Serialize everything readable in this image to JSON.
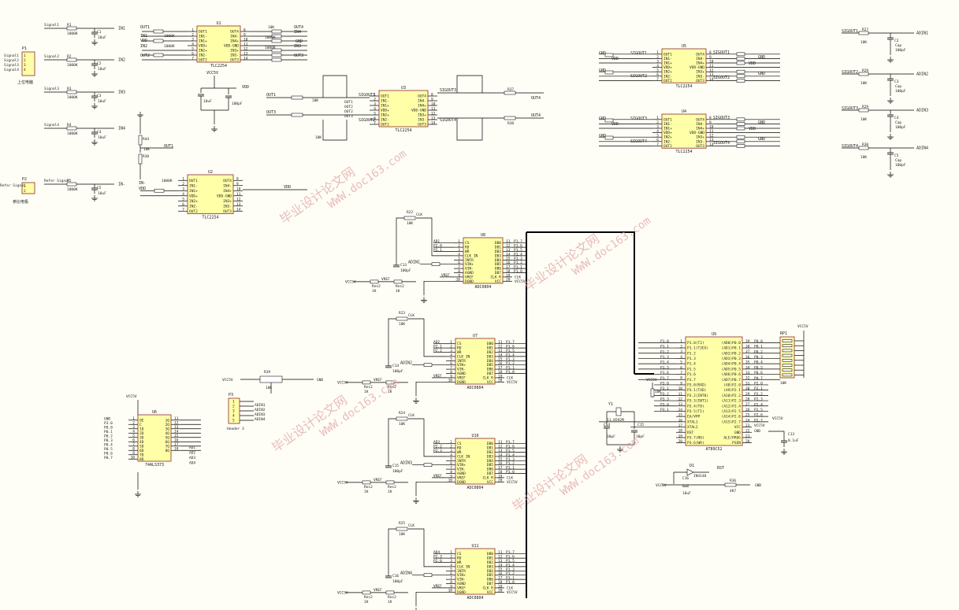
{
  "connectors": [
    {
      "id": "P1",
      "label": "上位电脑",
      "pins": [
        "Signal1",
        "Signal2",
        "Signal3",
        "Signal4"
      ]
    },
    {
      "id": "P2",
      "label": "参比电极",
      "pins": [
        "Refer Signal"
      ]
    },
    {
      "id": "P3",
      "label": "Header 3",
      "pins": [
        "1",
        "2",
        "3",
        "4",
        "5"
      ]
    }
  ],
  "signals": [
    "Signal1",
    "Signal2",
    "Signal3",
    "Signal4",
    "Refer Signal"
  ],
  "chips": {
    "tl1": {
      "ref": "U1",
      "part": "TLC2254",
      "left": [
        "OUT1",
        "IN1-",
        "IN1+",
        "VDD+",
        "IN2+",
        "IN2-",
        "OUT2"
      ],
      "right": [
        "OUT4",
        "IN4-",
        "IN4+",
        "VDD-GND",
        "IN3+",
        "IN3-",
        "OUT3"
      ]
    },
    "tl2": {
      "ref": "U2",
      "part": "TLC2254",
      "left": [
        "OUT1",
        "IN1-",
        "IN1+",
        "VDD+",
        "IN2+",
        "IN2-",
        "OUT2"
      ],
      "right": [
        "OUT4",
        "IN4-",
        "IN4+",
        "VDD-GND",
        "IN3+",
        "IN3-",
        "OUT3"
      ]
    },
    "tl3": {
      "ref": "U3",
      "part": "TLC2254",
      "left": [
        "OUT1",
        "IN1-",
        "IN1+",
        "VDD+",
        "IN2+",
        "IN2-",
        "OUT2"
      ],
      "right": [
        "OUT4",
        "IN4-",
        "IN4+",
        "VDD-GND",
        "IN3+",
        "IN3-",
        "OUT3"
      ]
    },
    "tl4": {
      "ref": "U5",
      "part": "TLC2254",
      "left": [
        "OUT1",
        "IN1-",
        "IN1+",
        "VDD+",
        "IN2+",
        "IN2-",
        "OUT2"
      ],
      "right": [
        "OUT4",
        "IN4-",
        "IN4+",
        "VDD-GND",
        "IN3+",
        "IN3-",
        "OUT3"
      ]
    },
    "tl5": {
      "ref": "U4",
      "part": "TLC2254",
      "left": [
        "OUT1",
        "IN1-",
        "IN1+",
        "VDD+",
        "IN2+",
        "IN2-",
        "OUT2"
      ],
      "right": [
        "OUT4",
        "IN4-",
        "IN4+",
        "VDD-GND",
        "IN3+",
        "IN3-",
        "OUT3"
      ]
    },
    "adc1": {
      "ref": "U8",
      "part": "ADC0804",
      "left": [
        "CS",
        "RD",
        "WR",
        "CLK IN",
        "INTR",
        "VIN+",
        "VIN-",
        "AGND",
        "VREF",
        "DGND"
      ],
      "right": [
        "DB0",
        "DB1",
        "DB2",
        "DB3",
        "DB4",
        "DB5",
        "DB6",
        "DB7",
        "CLK R",
        "VCC"
      ]
    },
    "adc2": {
      "ref": "U7",
      "part": "ADC0804",
      "left": [
        "CS",
        "RD",
        "WR",
        "CLK IN",
        "INTR",
        "VIN+",
        "VIN-",
        "AGND",
        "VREF",
        "DGND"
      ],
      "right": [
        "DB0",
        "DB1",
        "DB2",
        "DB3",
        "DB4",
        "DB5",
        "DB6",
        "DB7",
        "CLK R",
        "VCC"
      ]
    },
    "adc3": {
      "ref": "U10",
      "part": "ADC0804",
      "left": [
        "CS",
        "RD",
        "WR",
        "CLK IN",
        "INTR",
        "VIN+",
        "VIN-",
        "AGND",
        "VREF",
        "DGND"
      ],
      "right": [
        "DB0",
        "DB1",
        "DB2",
        "DB3",
        "DB4",
        "DB5",
        "DB6",
        "DB7",
        "CLK R",
        "VCC"
      ]
    },
    "adc4": {
      "ref": "U11",
      "part": "ADC0804",
      "left": [
        "CS",
        "RD",
        "WR",
        "CLK IN",
        "INTR",
        "VIN+",
        "VIN-",
        "AGND",
        "VREF",
        "DGND"
      ],
      "right": [
        "DB0",
        "DB1",
        "DB2",
        "DB3",
        "DB4",
        "DB5",
        "DB6",
        "DB7",
        "CLK R",
        "VCC"
      ]
    },
    "mcu": {
      "ref": "U9",
      "part": "AT89C52",
      "left": [
        "P1.0(T2)",
        "P1.1(T2EX)",
        "P1.2",
        "P1.3",
        "P1.4",
        "P1.5",
        "P1.6",
        "P1.7",
        "P3.0(RXD)",
        "P3.1(TXD)",
        "P3.2(INT0)",
        "P3.3(INT1)",
        "P3.4(T0)",
        "P3.5(T1)",
        "EA/VPP",
        "XTAL1",
        "XTAL2",
        "RST",
        "P3.7(RD)",
        "P3.6(WR)"
      ],
      "right": [
        "(AD0)P0.0",
        "(AD1)P0.1",
        "(AD2)P0.2",
        "(AD3)P0.3",
        "(AD4)P0.4",
        "(AD5)P0.5",
        "(AD6)P0.6",
        "(AD7)P0.7",
        "(A8)P2.0",
        "(A9)P2.1",
        "(A10)P2.2",
        "(A11)P2.3",
        "(A12)P2.4",
        "(A13)P2.5",
        "(A14)P2.6",
        "(A15)P2.7",
        "VCC",
        "GND",
        "ALE/PROG",
        "PSEN"
      ]
    },
    "latch": {
      "ref": "U6",
      "part": "74ALS373",
      "left": [
        "OE",
        "C",
        "1D",
        "2D",
        "3D",
        "4D",
        "5D",
        "6D",
        "7D",
        "8D"
      ],
      "right": [
        "1Q",
        "2Q",
        "3Q",
        "4Q",
        "5Q",
        "6Q",
        "7Q",
        "8Q"
      ]
    }
  },
  "net_labels": {
    "in": [
      "IN1",
      "IN2",
      "IN3",
      "IN4",
      "IN-"
    ],
    "out": [
      "OUT1",
      "OUT2",
      "OUT3",
      "OUT4"
    ],
    "amp": [
      "SIGOUT1",
      "SIGOUT2",
      "SIGOUT3",
      "SIGOUT4"
    ],
    "adin": [
      "ADIN1",
      "ADIN2",
      "ADIN3",
      "ADIN4"
    ],
    "power": [
      "VCC5V",
      "GND",
      "VDD",
      "VREF",
      "CLK",
      "RST"
    ],
    "ports": [
      "P1.0",
      "P1.1",
      "P1.2",
      "P1.3",
      "P1.4",
      "P1.5",
      "P1.6",
      "P1.7",
      "P2.0",
      "P2.1",
      "P2.2",
      "P2.3",
      "P2.4",
      "P2.5",
      "P2.6",
      "P2.7",
      "P3.0",
      "P3.1",
      "P3.2",
      "P3.3",
      "P3.6",
      "P3.7",
      "P0.0",
      "P0.1",
      "P0.2",
      "P0.3",
      "P0.4",
      "P0.5",
      "P0.6",
      "P0.7"
    ]
  },
  "values": {
    "r_in": "1000K",
    "c_in": "10uF",
    "r_fb": "10K",
    "r_1k": "1K",
    "c_filter": "100pF",
    "cap_label": "Cap",
    "res_label": "Res2",
    "crystal": "11.0592M",
    "c_xtal": "30pF",
    "c_rst": "10uF",
    "r_rst": "4K7",
    "diode": "IN4148",
    "c_vcc": "0.1uF",
    "rp": "10K"
  },
  "extra_refs": [
    "RP1",
    "Y1",
    "D1",
    "C14",
    "C15",
    "C16",
    "C13",
    "R38",
    "R37"
  ],
  "watermark": {
    "cn": "毕业设计论文网",
    "url": "WWW.doc163.com"
  }
}
